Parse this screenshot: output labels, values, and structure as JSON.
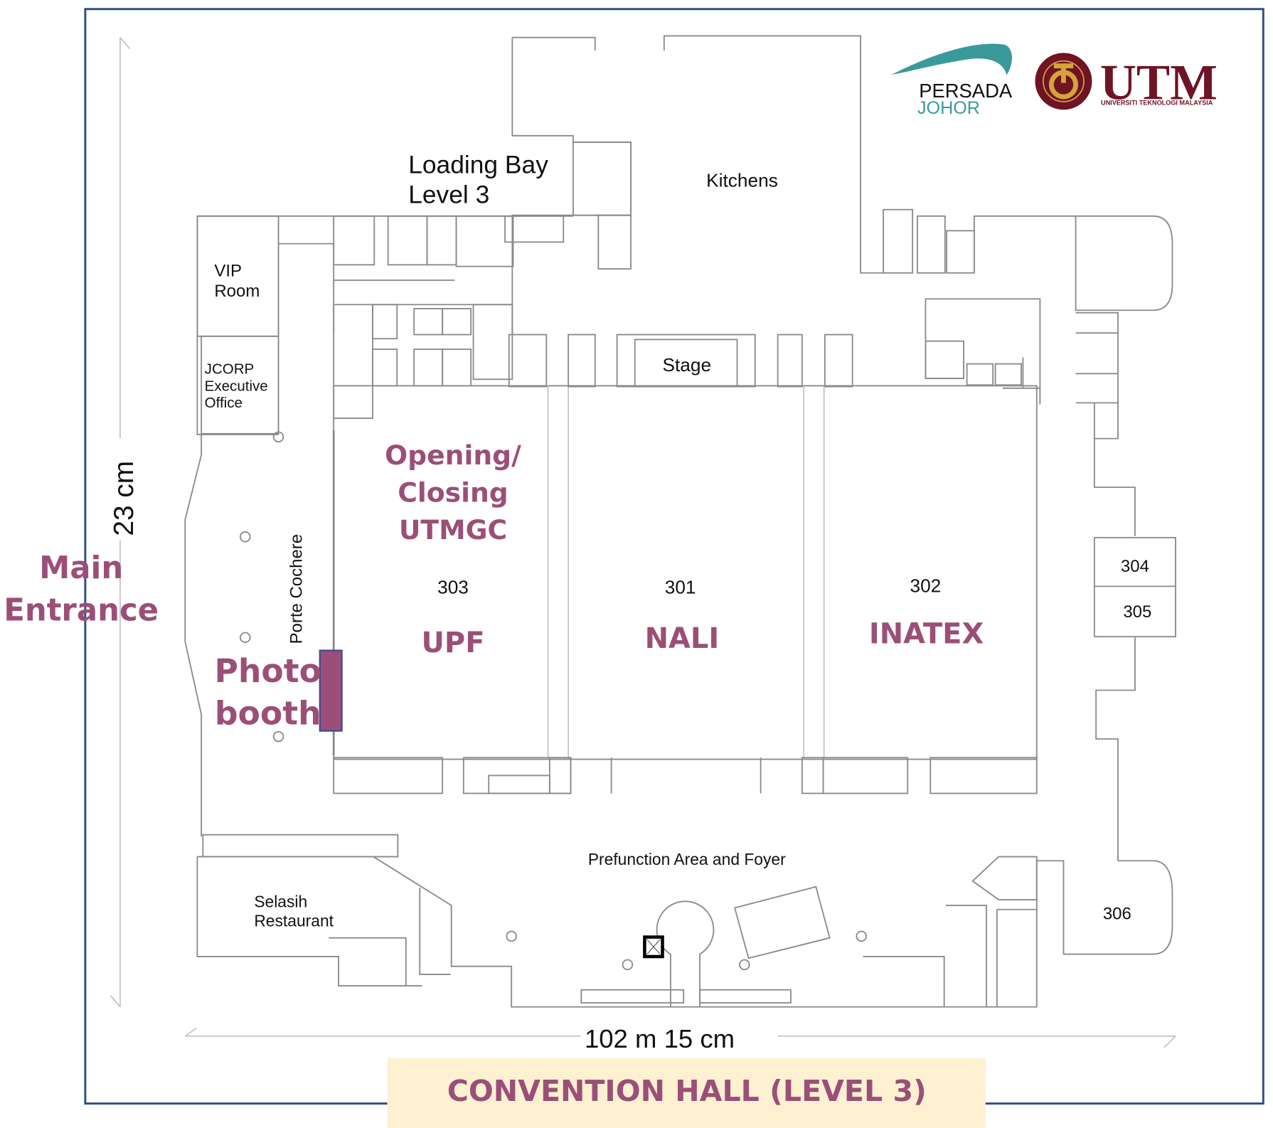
{
  "title": "CONVENTION HALL (LEVEL 3)",
  "colors": {
    "accent": "#9b4f78",
    "banner_bg": "#fdf1d2",
    "frame": "#2f4f86",
    "persada_teal": "#3a9a9a",
    "utm_maroon": "#6e1424",
    "utm_gold": "#d6a23a",
    "photo_booth_fill": "#9b4f78",
    "photo_booth_border": "#3b4f8a"
  },
  "logos": {
    "persada": {
      "line1": "PERSADA",
      "line2": "JOHOR"
    },
    "utm": {
      "name": "UTM",
      "subtitle": "UNIVERSITI TEKNOLOGI MALAYSIA"
    }
  },
  "dimensions": {
    "width": "102 m 15 cm",
    "height": "23 cm"
  },
  "labels": {
    "main_entrance": [
      "Main",
      "Entrance"
    ],
    "loading_bay": [
      "Loading Bay",
      "Level 3"
    ],
    "kitchens": "Kitchens",
    "vip_room": [
      "VIP",
      "Room"
    ],
    "jcorp": [
      "JCORP",
      "Executive",
      "Office"
    ],
    "porte_cochere": "Porte Cochere",
    "photo_booth": [
      "Photo",
      "booth"
    ],
    "stage": "Stage",
    "prefunction": "Prefunction Area and Foyer",
    "selasih": [
      "Selasih",
      "Restaurant"
    ]
  },
  "halls": [
    {
      "room": "303",
      "event_lines": [
        "Opening/",
        "Closing",
        "UTMGC"
      ],
      "event": "UPF"
    },
    {
      "room": "301",
      "event": "NALI"
    },
    {
      "room": "302",
      "event": "INATEX"
    }
  ],
  "small_rooms": [
    "304",
    "305",
    "306"
  ]
}
